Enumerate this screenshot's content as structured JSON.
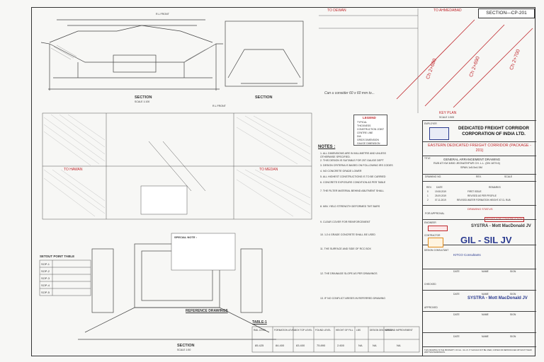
{
  "sheet": {
    "section_label": "SECTION—CP-201",
    "section_top": "SECTION",
    "section_mid": "SECTION",
    "section_bottom": "SECTION",
    "section_bottom_scale": "SCALE 1:50",
    "section_top_scale": "SCALE 1:100",
    "to_dewan": "TO DEWAN",
    "to_ahmedabad": "TO AHMEDABAD",
    "ch_top": "Ch 2+680",
    "ch_right": "Ch 2+690",
    "ch_far": "Ch 2+700",
    "key_plan": "KEY PLAN",
    "key_plan_scale": "SCALE 1:500",
    "rl_label": "R.L FRONT",
    "rl_label2": "R.L FRONT",
    "plan_label": "TO HAWAN",
    "plan_label2": "TO MEDAN",
    "hand_note": "Can u consider 60 x 60 mm to...",
    "setout_title": "SETOUT POINT TABLE",
    "reference_title": "REFERENCE DRAWINGS",
    "table_title": "TABLE-1",
    "special_title": "SPECIAL NOTE :"
  },
  "legend": {
    "title": "LEGEND",
    "items": [
      "TYPICAL",
      "THICKNESS",
      "CONSTRUCTION JOINT",
      "CENTRE LINE",
      "DIA",
      "GRIDS DIMENSION",
      "GAUGE DIMENSION"
    ]
  },
  "notes": {
    "title": "NOTES :",
    "items": [
      "1. ALL DIMENSIONS ARE IN MILLIMETRE AND UNLESS",
      "OTHERWISE SPECIFIED.",
      "2. THIS DESIGN IS SUITABLE FOR 25T GAUGE DEPT",
      "3. DESIGN CRITERIA IS BASED ON FOLLOWING IRS CODES",
      "4. NO CONCRETE GRADE LOWER",
      "5. ALL HIGHEST CONSTRUCTIONS IS TO BE CARRIED",
      "6. CONCRETE EXPOSURE CONDITION AS PER TABLE",
      "7. THE FILTER MATERIAL BEHIND ABUTMENT SHALL",
      "8. MIN. YIELD STRENGTH DEFORMED TMT BARS",
      "9. CLEAR COVER FOR REINFORCEMENT",
      "10. 1:2:4 GRADE CONCRETE SHALL BE USED",
      "11. THE SURFACE AND SIDE OF RCC BOX",
      "12. THE DRAINAGE SLOPE AS PER DRAWINGS",
      "13. IF NO CONFLICT ARISES IN REFERRED DRAWING"
    ]
  },
  "title_block": {
    "employer_label": "EMPLOYER",
    "employer": "DEDICATED FREIGHT CORRIDOR CORPORATION OF INDIA LTD.",
    "project": "EASTERN DEDICATED FREIGHT CORRIDOR (PACKAGE - 201)",
    "title_label": "TITLE",
    "title_1": "GENERAL ARRANGEMENT DRAWING",
    "title_2": "RUB AT KM 3/800 JEONATHPUR CH. L.L. (DN 1879.6)",
    "title_3": "SPAN 1x5.5x4.5M",
    "drawing_no_label": "DRAWING NO.",
    "rev_label": "REV.",
    "scale_label": "SCALE",
    "revision_head": [
      "REV.",
      "DATE",
      "REMARKS"
    ],
    "revisions": [
      [
        "0",
        "19.08.2019",
        "FIRST ISSUE"
      ],
      [
        "1",
        "25.09.2019",
        "REVISED AS PER PROFILE"
      ],
      [
        "2",
        "07.11.2019",
        "REVISED WATER FORMATION HEIGHT AT CL RUB"
      ]
    ],
    "drawing_status": "DRAWING STATUS",
    "status_approval": "FOR APPROVAL",
    "status_construction": "ISSUED FOR CONSTRUCTION",
    "engineer_label": "ENGINEER",
    "engineer": "SYSTRA - Mott MacDonald JV",
    "contractor_label": "CONTRACTOR",
    "contractor": "GIL - SIL JV",
    "designer_label": "DESIGN CONSULTANT",
    "designer": "KITCO Consultants",
    "sign_head": [
      "DATE",
      "NAME",
      "SIGN"
    ],
    "sign_rows": [
      [
        "DATE",
        "NAME",
        "SIGN"
      ],
      [
        "DATE",
        "NAME",
        "SIGN"
      ],
      [
        "DATE",
        "NAME",
        "SIGN"
      ]
    ],
    "checked_label": "CHECKED",
    "approved_label": "APPROVED",
    "engineer_bottom": "SYSTRA - Mott MacDonald JV",
    "footer": "THIS DRAWING IS THE PROPERTY OF GIL - SIL JV. IT SHOULD NOT BE USED, COPIED OR REPRODUCED WITHOUT THEIR WRITTEN PERMISSION."
  },
  "bottom_table": {
    "headers": [
      "RAIL LEVEL",
      "FORMATION LEVEL",
      "BOX TOP LEVEL",
      "FOUND LEVEL",
      "HEIGHT OF FILL",
      "LBS",
      "DESIGN DISCHARGE",
      "GROUND IMPROVEMENT"
    ],
    "values": [
      "85.425",
      "84.400",
      "83.400",
      "75.890",
      "2.600",
      "NA",
      "NA",
      "NA"
    ]
  },
  "setout": {
    "rows": [
      "SOP-1",
      "SOP-2",
      "SOP-3",
      "SOP-4",
      "SOP-5"
    ]
  }
}
